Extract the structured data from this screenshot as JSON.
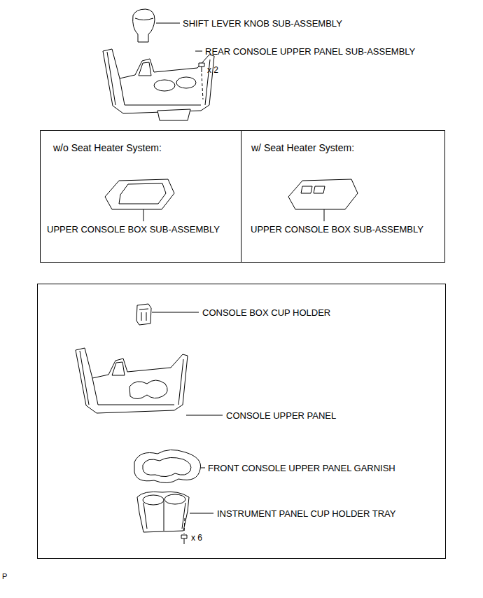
{
  "diagram": {
    "nodes": [
      {
        "text": [
          "w/o Seat Heater System:",
          "UPPER CONSOLE BOX SUB-ASSEMBLY"
        ]
      },
      {
        "text": [
          "w/ Seat Heater System:",
          "UPPER CONSOLE BOX SUB-ASSEMBLY"
        ]
      },
      {
        "text": [
          "CONSOLE BOX CUP HOLDER",
          "CONSOLE UPPER PANEL",
          "FRONT CONSOLE UPPER PANEL GARNISH",
          "INSTRUMENT PANEL CUP HOLDER TRAY",
          "x 6"
        ]
      }
    ],
    "labels": [
      "SHIFT LEVER KNOB SUB-ASSEMBLY",
      "REAR CONSOLE UPPER PANEL SUB-ASSEMBLY",
      "x 2",
      "P"
    ]
  }
}
